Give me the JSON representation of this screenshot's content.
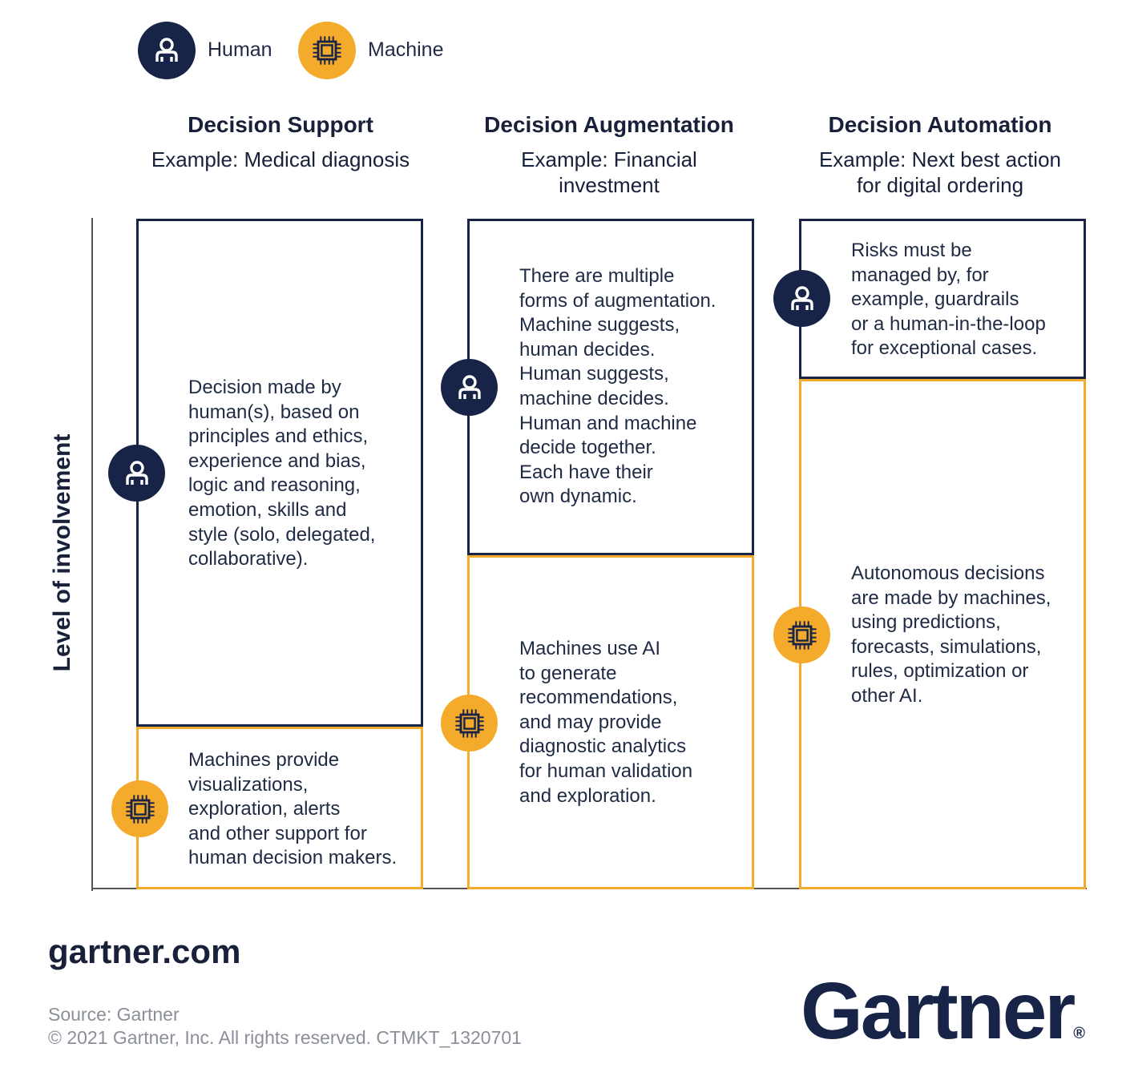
{
  "legend": {
    "human_label": "Human",
    "machine_label": "Machine"
  },
  "icons": {
    "human": "person-icon",
    "machine": "chip-icon"
  },
  "colors": {
    "human": "#172447",
    "machine": "#f4aa2b"
  },
  "y_axis_label": "Level of involvement",
  "columns": [
    {
      "title": "Decision Support",
      "subtitle": "Example: Medical diagnosis",
      "human_text": "Decision made by\nhuman(s), based on\nprinciples and ethics,\nexperience and bias,\nlogic and reasoning,\nemotion, skills and\nstyle (solo, delegated,\ncollaborative).",
      "machine_text": "Machines provide\nvisualizations,\nexploration, alerts\nand other support for\nhuman decision makers."
    },
    {
      "title": "Decision Augmentation",
      "subtitle": "Example: Financial\ninvestment",
      "human_text": "There are multiple\nforms of augmentation.\nMachine suggests,\nhuman decides.\nHuman suggests,\nmachine decides.\nHuman and machine\ndecide together.\nEach have their\nown dynamic.",
      "machine_text": "Machines use AI\nto generate\nrecommendations,\nand may provide\ndiagnostic analytics\nfor human validation\nand exploration."
    },
    {
      "title": "Decision Automation",
      "subtitle": "Example: Next best action\nfor digital ordering",
      "human_text": "Risks must be\nmanaged by, for\nexample, guardrails\nor a human-in-the-loop\nfor exceptional cases.",
      "machine_text": "Autonomous   decisions\nare made by machines,\nusing predictions,\nforecasts, simulations,\nrules, optimization or\nother AI."
    }
  ],
  "footer": {
    "site": "gartner.com",
    "source": "Source: Gartner",
    "copyright": "© 2021 Gartner, Inc. All rights reserved. CTMKT_1320701",
    "logo": "Gartner",
    "logo_mark": "®"
  }
}
